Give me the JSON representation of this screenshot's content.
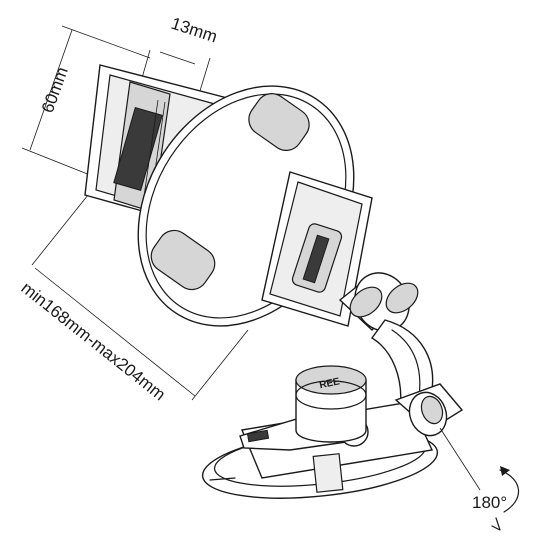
{
  "diagram": {
    "dimensions": {
      "width_label": "13mm",
      "height_label": "60mm",
      "range_label": "min168mm-max204mm",
      "rotation_label": "180°"
    },
    "knob_text": "REE"
  }
}
